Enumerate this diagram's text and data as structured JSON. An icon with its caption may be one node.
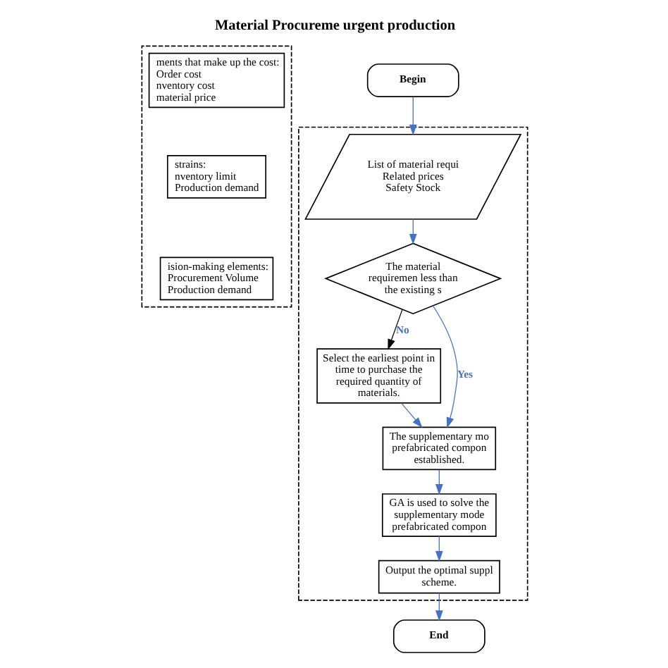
{
  "diagram": {
    "title": "Material Procureme urgent production",
    "nodes": [
      {
        "text": [],
        "shape": "box"
      },
      {
        "text": [
          "ments that make up the cost:",
          "Order cost",
          "nventory cost",
          "material price"
        ],
        "in": 0
      },
      {
        "text": [
          "strains:",
          "nventory limit",
          "Production demand"
        ],
        "in": 0
      },
      {
        "text": [
          "ision-making elements:",
          "Procurement Volume",
          "Production demand"
        ],
        "in": 0
      },
      {
        "text": [],
        "shape": "box"
      },
      {
        "text": [
          "Begin"
        ]
      },
      {
        "text": [
          "List of material requi",
          "Related prices",
          "Safety Stock"
        ],
        "in": 4
      },
      {
        "text": [
          "The material requiremen less than the existing s"
        ],
        "in": 4
      },
      {
        "text": [
          "Select the earliest point in time to purchase the required quantity of materials."
        ],
        "in": 4
      },
      {
        "text": [
          "The supplementary mo prefabricated compon established."
        ],
        "in": 4
      },
      {
        "text": [
          "GA is used to solve the supplementary mode prefabricated compon"
        ],
        "in": 4
      },
      {
        "text": [
          "Output the optimal suppl scheme."
        ],
        "in": 4
      },
      {
        "text": [
          "End"
        ]
      }
    ],
    "edges": [
      {
        "from": 5,
        "to": 6,
        "arrow": "to"
      },
      {
        "from": 6,
        "to": 7,
        "arrow": "to"
      },
      {
        "from": 7,
        "to": 8,
        "arrow": "to",
        "label": "No",
        "color": "#000000"
      },
      {
        "from": 7,
        "to": 9,
        "arrow": "to",
        "label": "Yes"
      },
      {
        "from": 8,
        "to": 9,
        "arrow": "to"
      },
      {
        "from": 9,
        "to": 10,
        "arrow": "to"
      },
      {
        "from": 10,
        "to": 11,
        "arrow": "to"
      },
      {
        "from": 11,
        "to": 12,
        "arrow": "to"
      }
    ]
  }
}
